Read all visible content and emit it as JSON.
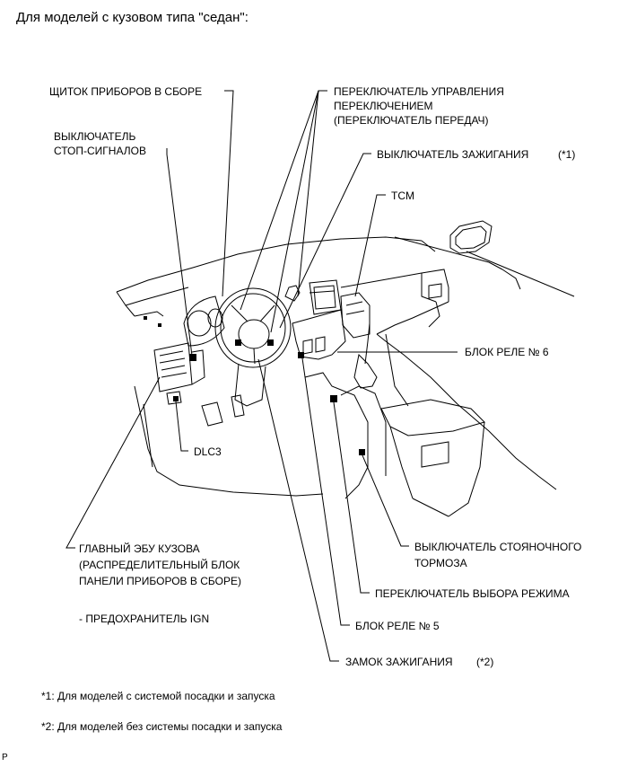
{
  "heading": "Для моделей с кузовом типа \"седан\":",
  "labels": {
    "combination_meter": "ЩИТОК ПРИБОРОВ В СБОРЕ",
    "stop_light_switch_1": "ВЫКЛЮЧАТЕЛЬ",
    "stop_light_switch_2": "СТОП-СИГНАЛОВ",
    "shift_control_switch_1": "ПЕРЕКЛЮЧАТЕЛЬ УПРАВЛЕНИЯ",
    "shift_control_switch_2": "ПЕРЕКЛЮЧЕНИЕМ",
    "shift_control_switch_3": "(ПЕРЕКЛЮЧАТЕЛЬ ПЕРЕДАЧ)",
    "ignition_switch": "ВЫКЛЮЧАТЕЛЬ ЗАЖИГАНИЯ",
    "ignition_switch_note": "(*1)",
    "tcm": "TCM",
    "relay_block_6": "БЛОК РЕЛЕ № 6",
    "dlc3": "DLC3",
    "main_body_ecu_1": "ГЛАВНЫЙ ЭБУ КУЗОВА",
    "main_body_ecu_2": "(РАСПРЕДЕЛИТЕЛЬНЫЙ БЛОК",
    "main_body_ecu_3": "ПАНЕЛИ ПРИБОРОВ В СБОРЕ)",
    "ign_fuse": "- ПРЕДОХРАНИТЕЛЬ IGN",
    "parking_brake_switch_1": "ВЫКЛЮЧАТЕЛЬ СТОЯНОЧНОГО",
    "parking_brake_switch_2": "ТОРМОЗА",
    "mode_select_switch": "ПЕРЕКЛЮЧАТЕЛЬ ВЫБОРА РЕЖИМА",
    "relay_block_5": "БЛОК РЕЛЕ № 5",
    "ignition_lock": "ЗАМОК ЗАЖИГАНИЯ",
    "ignition_lock_note": "(*2)"
  },
  "footnotes": {
    "note1": "*1: Для моделей с системой посадки и запуска",
    "note2": "*2: Для моделей без системы посадки и запуска"
  },
  "corner_mark": "P"
}
